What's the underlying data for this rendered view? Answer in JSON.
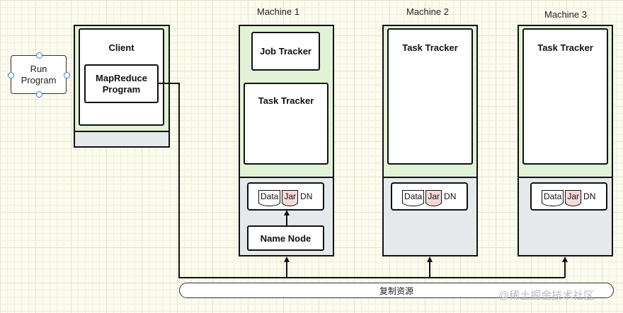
{
  "diagram": {
    "run_program": {
      "label": "Run Program"
    },
    "client": {
      "title": "Client",
      "program": "MapReduce Program"
    },
    "machines": [
      {
        "name": "Machine 1",
        "job_tracker": "Job Tracker",
        "task_tracker": "Task Tracker",
        "name_node": "Name Node"
      },
      {
        "name": "Machine 2",
        "task_tracker": "Task Tracker"
      },
      {
        "name": "Machine 3",
        "task_tracker": "Task Tracker"
      }
    ],
    "storage": {
      "data": "Data",
      "jar": "Jar",
      "dn": "DN"
    },
    "replicate_bar": {
      "label": "复制资源"
    },
    "watermark": "@稀土掘金技术社区"
  }
}
